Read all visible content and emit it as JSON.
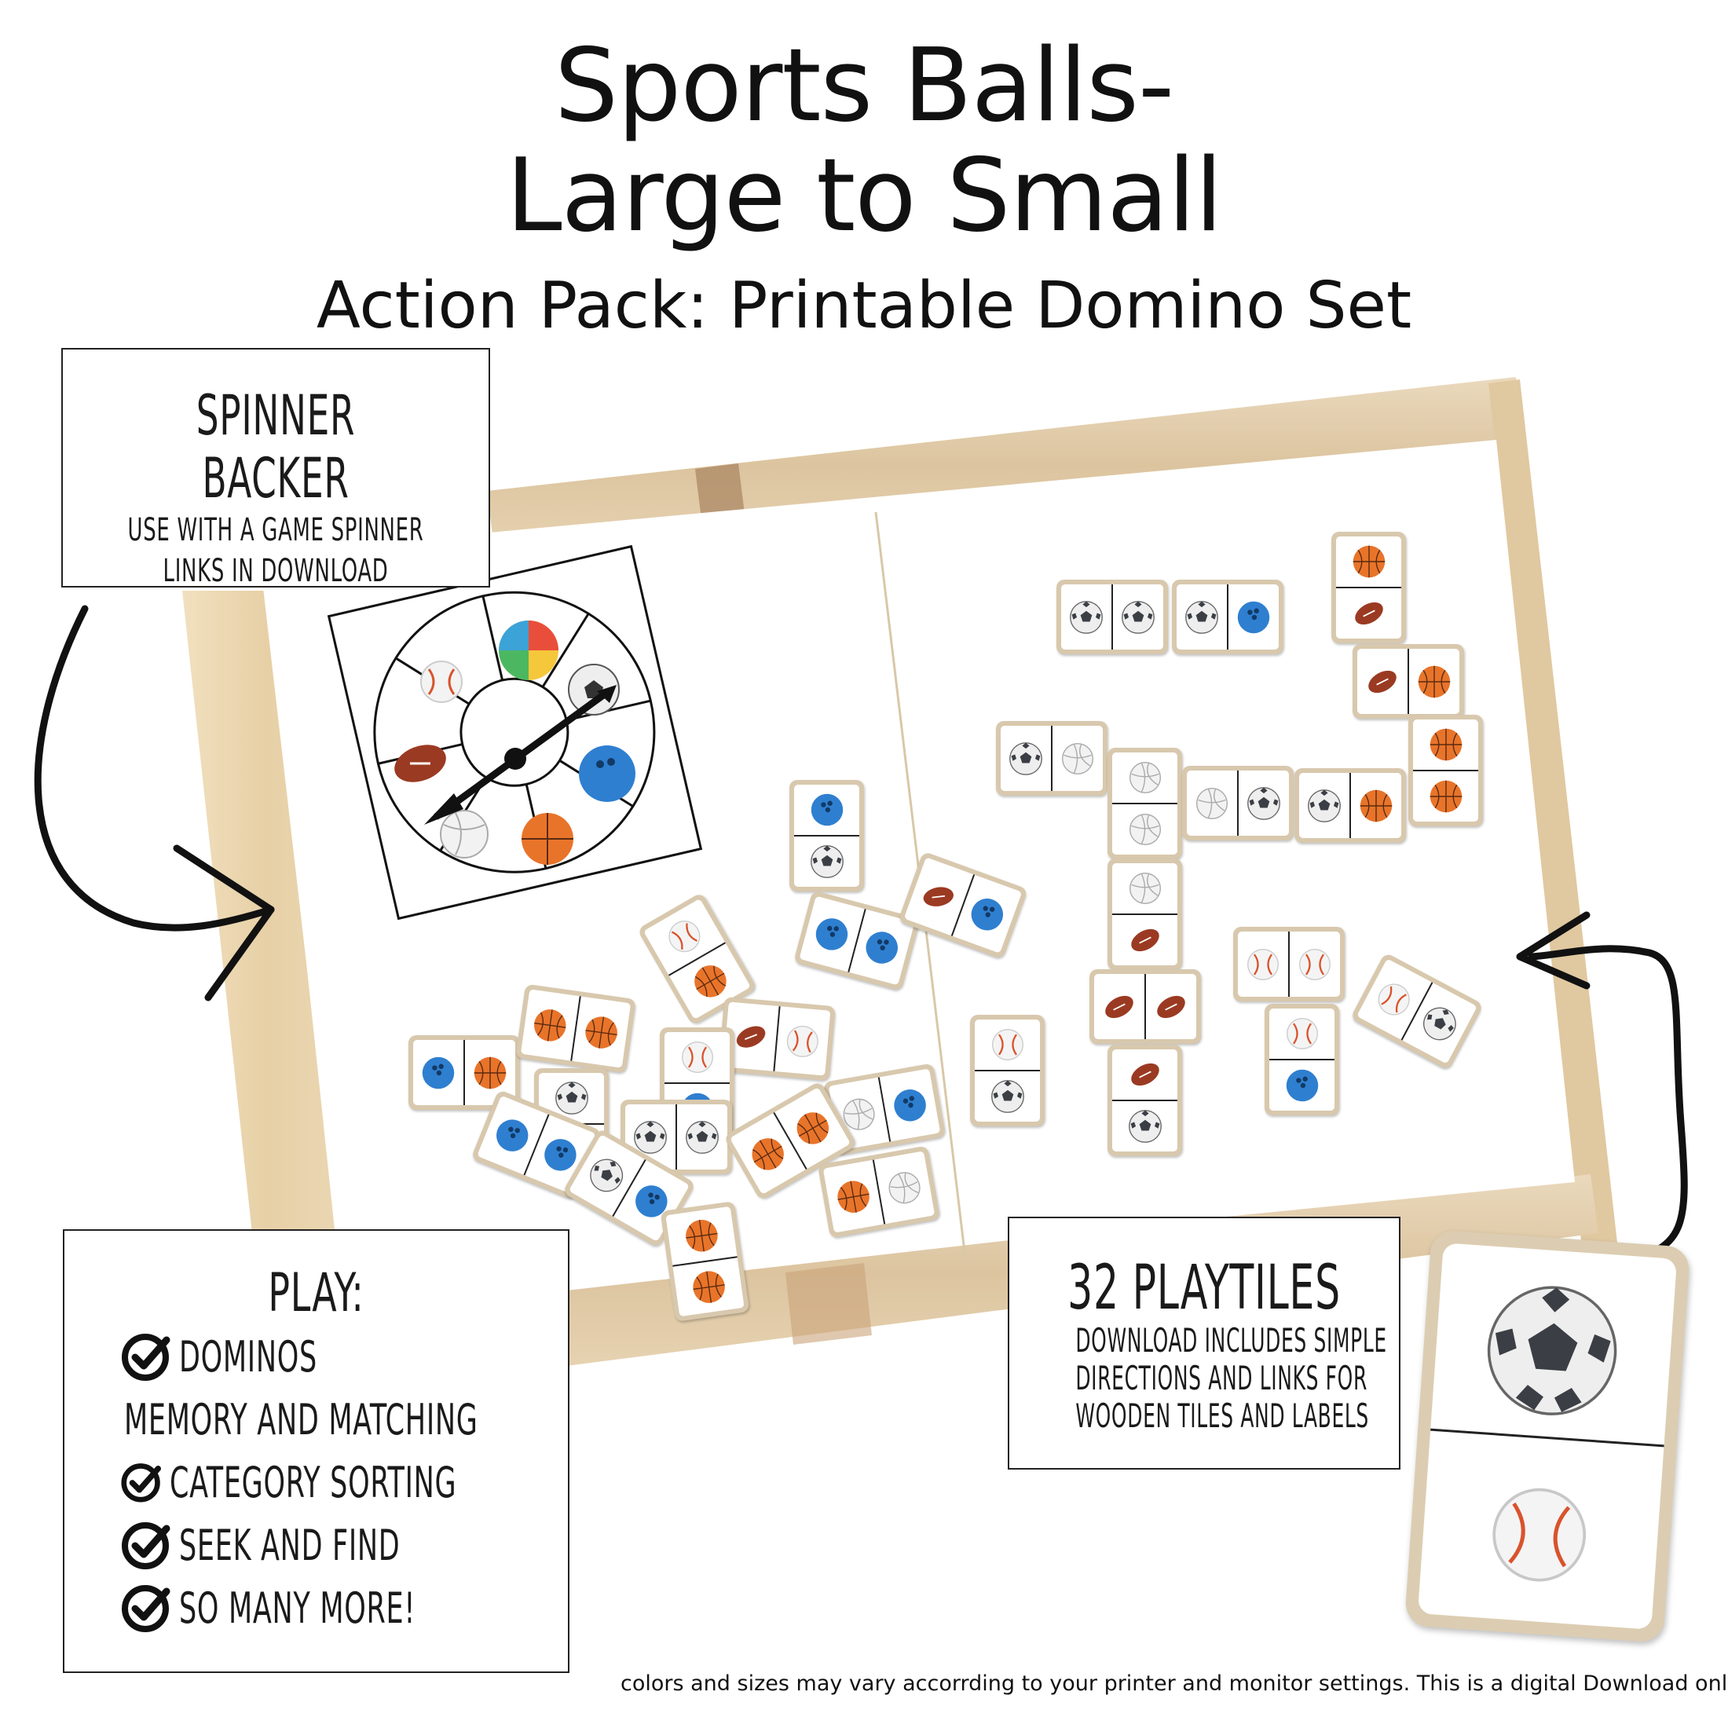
{
  "title": {
    "line1": "Sports Balls-",
    "line2": "Large to Small",
    "subtitle": "Action Pack: Printable Domino Set"
  },
  "spinner_box": {
    "heading": "Spinner Backer",
    "line1": "Use with a game spinner",
    "line2": "Links in download"
  },
  "play_box": {
    "heading": "Play:",
    "items": [
      "Dominos",
      "Memory and Matching",
      "Category Sorting",
      "Seek and Find",
      "So many more!"
    ]
  },
  "tiles_box": {
    "heading": "32 Playtiles",
    "line1": "Download includes simple",
    "line2": "directions and links for",
    "line3": "wooden tiles and labels"
  },
  "disclaimer": "colors and sizes may vary accorrding to your printer and monitor settings. This is a digital Download only.",
  "colors": {
    "wood": "#e2cfae",
    "wood_dark": "#c9a47a",
    "text": "#111111",
    "basketball": "#e8742a",
    "bowling": "#2f7fd0",
    "football": "#9b3a22"
  },
  "icons": [
    "soccer-ball-icon",
    "basketball-icon",
    "baseball-icon",
    "football-icon",
    "bowling-ball-icon",
    "volleyball-icon",
    "beach-ball-icon",
    "checkmark-icon",
    "arrow-icon",
    "spinner-arrow-icon"
  ]
}
